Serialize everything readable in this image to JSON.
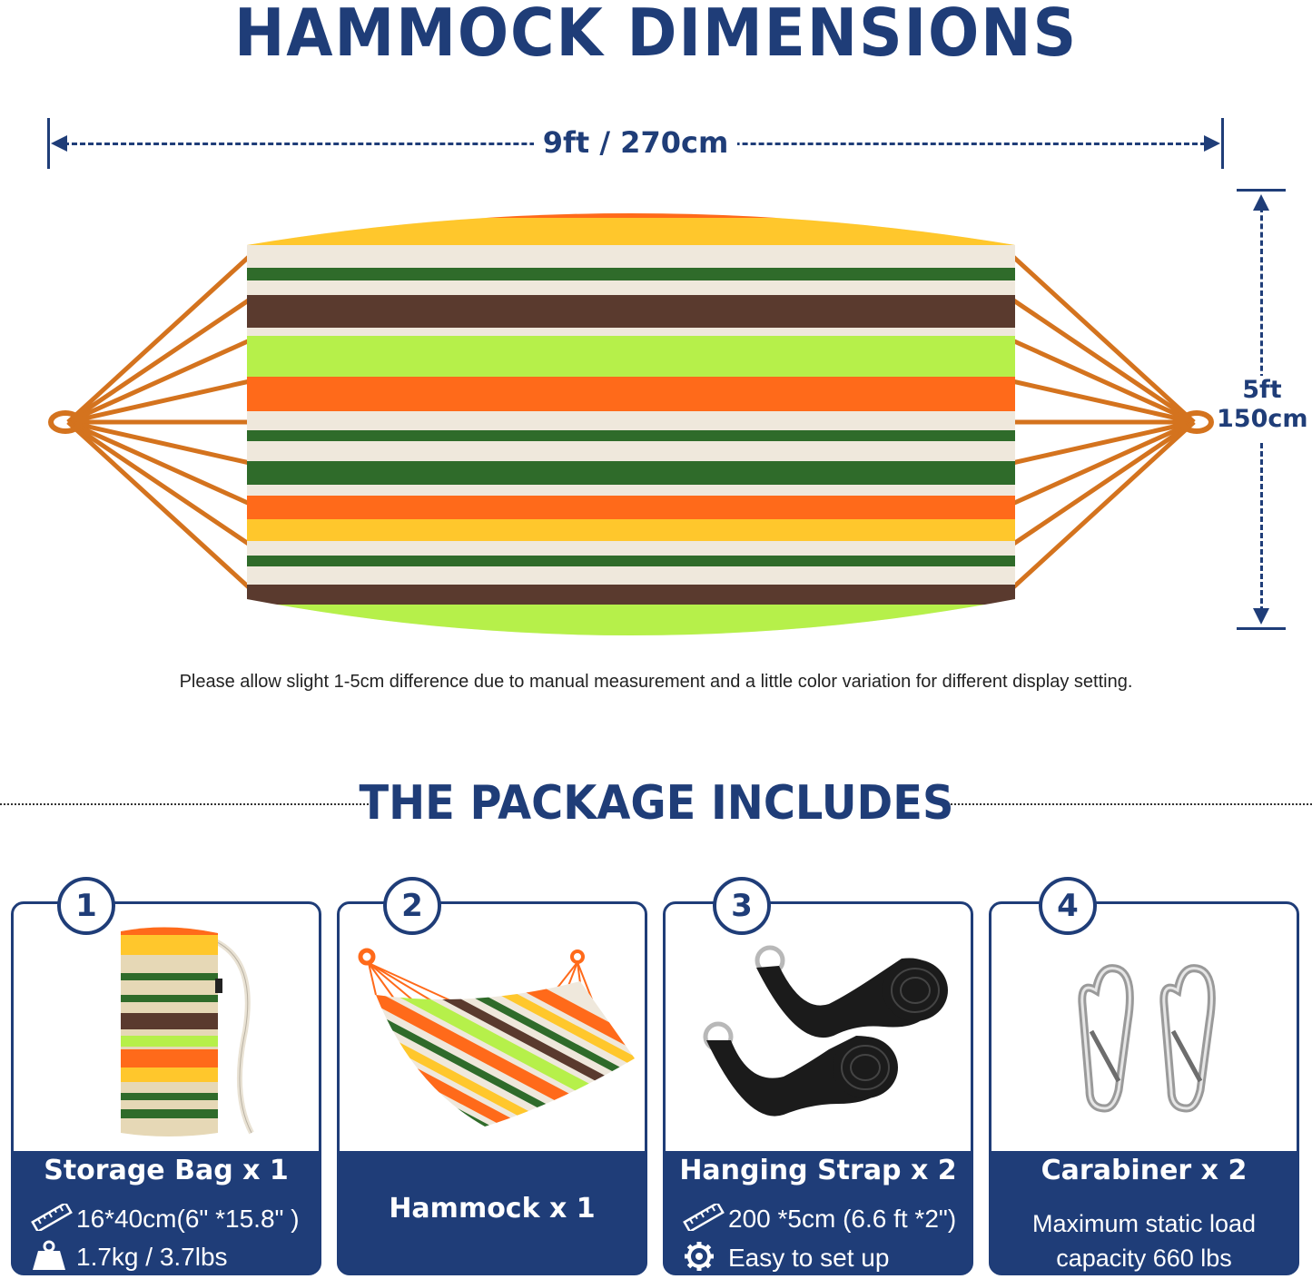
{
  "header": {
    "title": "HAMMOCK DIMENSIONS"
  },
  "dimensions": {
    "width_label": "9ft / 270cm",
    "height_label_ft": "5ft",
    "height_label_cm": "150cm"
  },
  "note": "Please allow slight 1-5cm difference due to manual measurement and a little color variation for different display setting.",
  "package": {
    "title": "THE PACKAGE INCLUDES",
    "items": [
      {
        "number": "1",
        "name": "Storage Bag x 1",
        "line1": "16*40cm(6\" *15.8\" )",
        "line2": "1.7kg / 3.7lbs",
        "icon1": "ruler-icon",
        "icon2": "weight-icon"
      },
      {
        "number": "2",
        "name": "Hammock x 1"
      },
      {
        "number": "3",
        "name": "Hanging Strap x 2",
        "line1": "200 *5cm (6.6 ft *2\")",
        "line2": "Easy to set up",
        "icon1": "ruler-icon",
        "icon2": "gear-icon"
      },
      {
        "number": "4",
        "name": "Carabiner x 2",
        "line1": "Maximum static load",
        "line2": "capacity 660 lbs"
      }
    ]
  },
  "colors": {
    "navy": "#1f3d78",
    "orange": "#ff6a1a",
    "yellow": "#ffc72c",
    "green": "#2f6b2a",
    "lime": "#b6f04a",
    "brown": "#5a3a2e",
    "cream": "#efe8dc",
    "rope": "#d4731e"
  }
}
